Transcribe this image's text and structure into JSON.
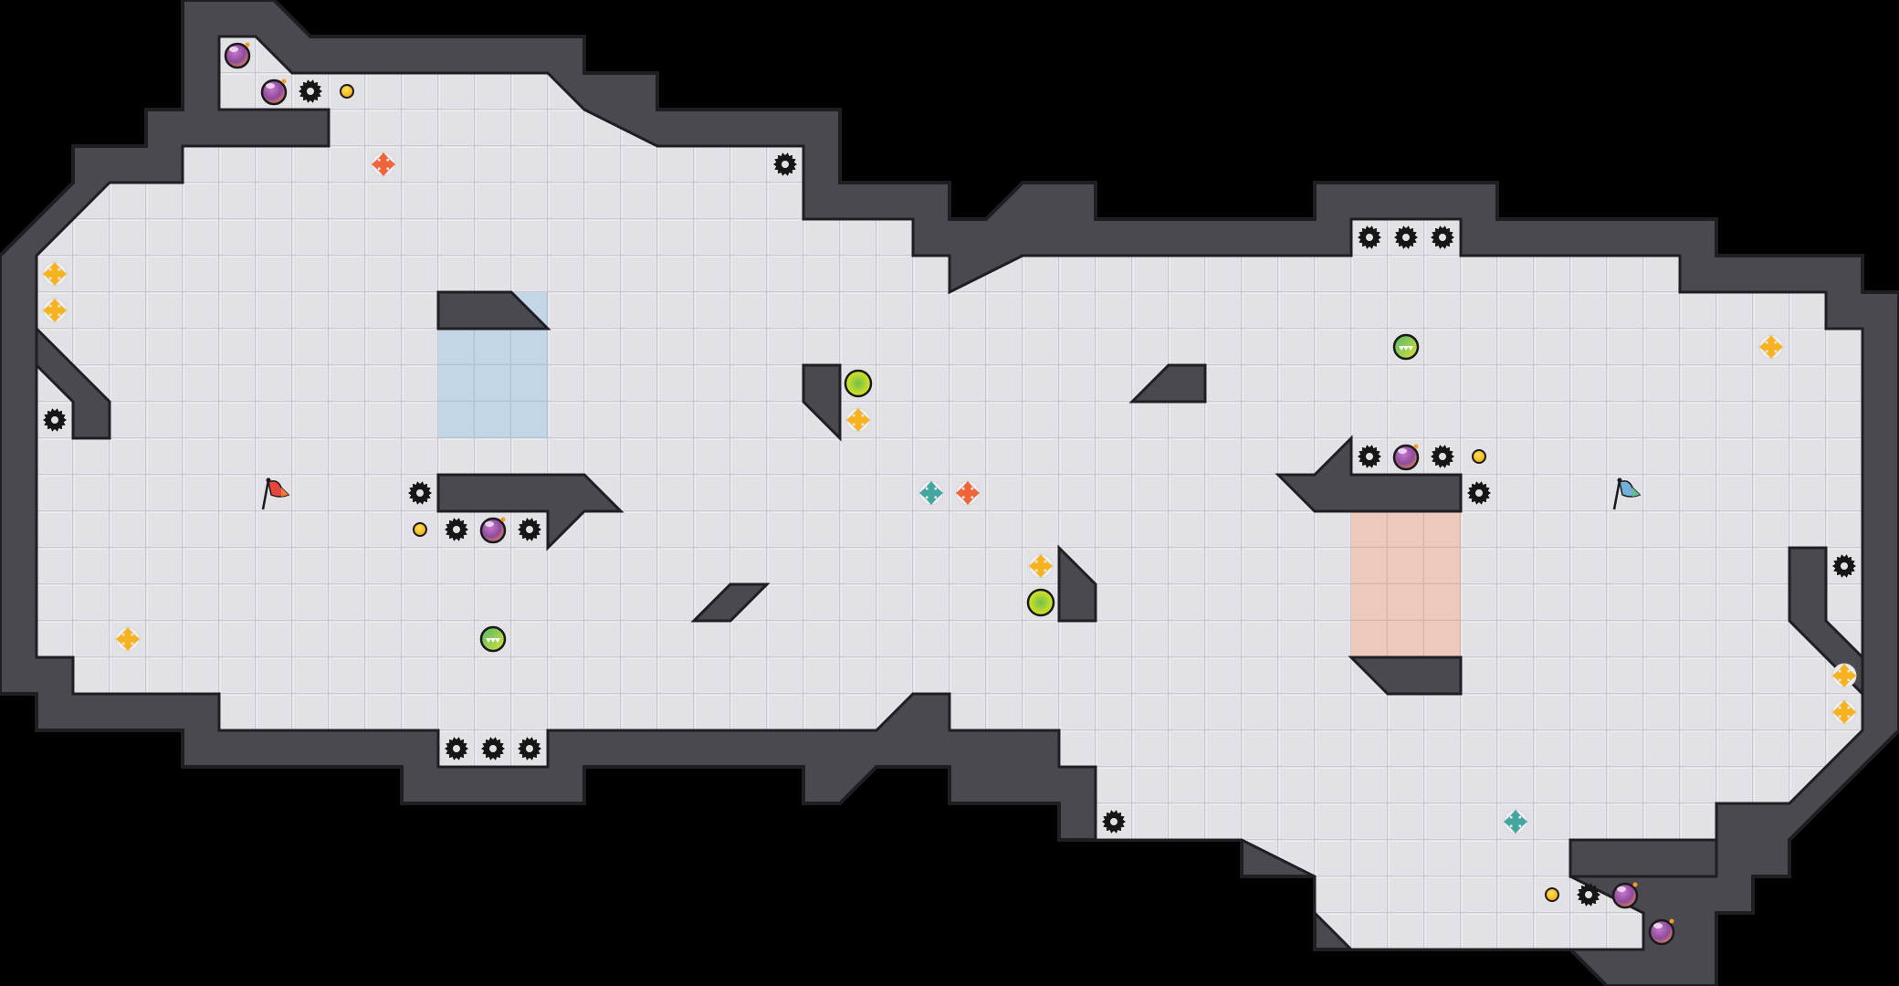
{
  "level": {
    "title": "Level map",
    "tile_size_units": 1,
    "colors": {
      "background": "#000000",
      "floor": "#e2e1e6",
      "floor_line": "#cfced4",
      "wall": "#4a494f",
      "wall_edge": "#1f1e23",
      "water": "#c3d6e5",
      "lava": "#ecc9bc",
      "bomb": "#9a4c9c",
      "saw": "#161616",
      "coin": "#f6c21b",
      "mover_yellow": "#f7b21f",
      "mover_orange": "#f0643a",
      "mover_teal": "#45a6a0",
      "orb_yellow": "#dde22a",
      "orb_green": "#7cc43f",
      "flag_start": "#e8463d",
      "flag_goal": "#6fb1d8"
    }
  },
  "zones": [
    {
      "type": "water",
      "col": 12,
      "row": 8,
      "w": 3,
      "h": 4
    },
    {
      "type": "lava",
      "col": 37,
      "row": 14,
      "w": 3,
      "h": 4
    }
  ],
  "entities": [
    {
      "type": "bomb",
      "col": 6,
      "row": 1
    },
    {
      "type": "bomb",
      "col": 7,
      "row": 2
    },
    {
      "type": "saw",
      "col": 8,
      "row": 2
    },
    {
      "type": "coin",
      "col": 9,
      "row": 2
    },
    {
      "type": "mover",
      "color": "orange",
      "col": 10,
      "row": 4
    },
    {
      "type": "saw",
      "col": 21,
      "row": 4
    },
    {
      "type": "mover",
      "color": "yellow",
      "col": 1,
      "row": 7
    },
    {
      "type": "mover",
      "color": "yellow",
      "col": 1,
      "row": 8
    },
    {
      "type": "saw",
      "col": 1,
      "row": 11
    },
    {
      "type": "orb",
      "color": "yellow",
      "col": 23,
      "row": 10
    },
    {
      "type": "mover",
      "color": "yellow",
      "col": 23,
      "row": 11
    },
    {
      "type": "flag",
      "role": "start",
      "col": 7,
      "row": 13
    },
    {
      "type": "saw",
      "col": 11,
      "row": 13
    },
    {
      "type": "coin",
      "col": 11,
      "row": 14
    },
    {
      "type": "saw",
      "col": 12,
      "row": 14
    },
    {
      "type": "bomb",
      "col": 13,
      "row": 14
    },
    {
      "type": "saw",
      "col": 14,
      "row": 14
    },
    {
      "type": "mover",
      "color": "teal",
      "col": 25,
      "row": 13
    },
    {
      "type": "mover",
      "color": "orange",
      "col": 26,
      "row": 13
    },
    {
      "type": "mover",
      "color": "yellow",
      "col": 28,
      "row": 15
    },
    {
      "type": "orb",
      "color": "yellow",
      "col": 28,
      "row": 16
    },
    {
      "type": "mover",
      "color": "yellow",
      "col": 3,
      "row": 17
    },
    {
      "type": "orb",
      "color": "green",
      "col": 13,
      "row": 17
    },
    {
      "type": "saw",
      "col": 12,
      "row": 20
    },
    {
      "type": "saw",
      "col": 13,
      "row": 20
    },
    {
      "type": "saw",
      "col": 14,
      "row": 20
    },
    {
      "type": "saw",
      "col": 37,
      "row": 6
    },
    {
      "type": "saw",
      "col": 38,
      "row": 6
    },
    {
      "type": "saw",
      "col": 39,
      "row": 6
    },
    {
      "type": "orb",
      "color": "green",
      "col": 38,
      "row": 9
    },
    {
      "type": "mover",
      "color": "yellow",
      "col": 48,
      "row": 9
    },
    {
      "type": "saw",
      "col": 37,
      "row": 12
    },
    {
      "type": "bomb",
      "col": 38,
      "row": 12
    },
    {
      "type": "saw",
      "col": 39,
      "row": 12
    },
    {
      "type": "coin",
      "col": 40,
      "row": 12
    },
    {
      "type": "saw",
      "col": 40,
      "row": 13
    },
    {
      "type": "flag",
      "role": "goal",
      "col": 44,
      "row": 13
    },
    {
      "type": "saw",
      "col": 50,
      "row": 15
    },
    {
      "type": "mover",
      "color": "yellow",
      "col": 50,
      "row": 18
    },
    {
      "type": "mover",
      "color": "yellow",
      "col": 50,
      "row": 19
    },
    {
      "type": "saw",
      "col": 30,
      "row": 22
    },
    {
      "type": "mover",
      "color": "teal",
      "col": 41,
      "row": 22
    },
    {
      "type": "coin",
      "col": 42,
      "row": 24
    },
    {
      "type": "saw",
      "col": 43,
      "row": 24
    },
    {
      "type": "bomb",
      "col": 44,
      "row": 24
    },
    {
      "type": "bomb",
      "col": 45,
      "row": 25
    }
  ]
}
